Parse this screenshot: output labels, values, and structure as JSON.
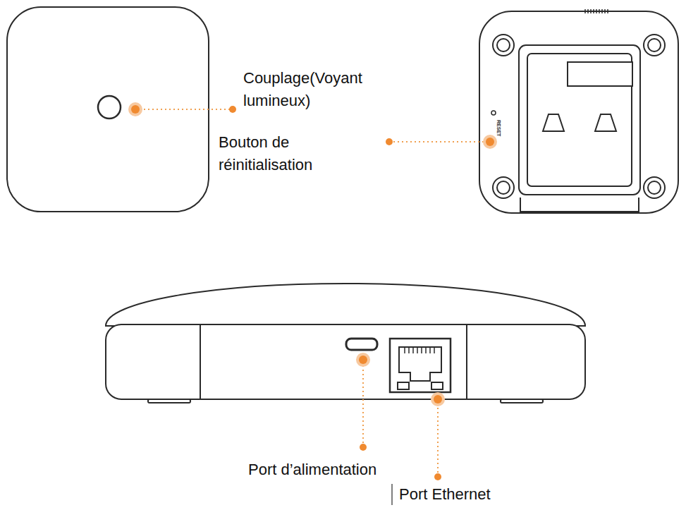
{
  "diagram": {
    "labels": [
      "Couplage(Voyant lumineux)",
      "Bouton de réinitialisation",
      "RESET",
      "Port d’alimentation",
      "Port Ethernet"
    ]
  }
}
